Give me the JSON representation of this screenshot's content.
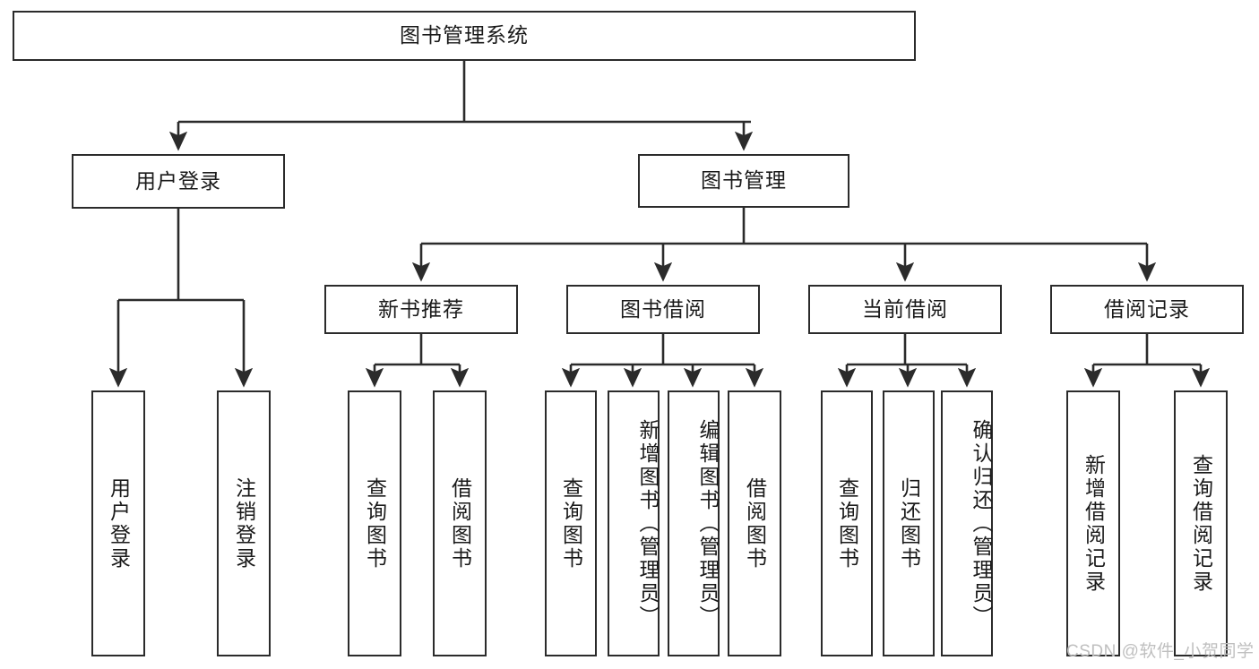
{
  "diagram": {
    "title": "图书管理系统",
    "type": "tree",
    "root": {
      "label": "图书管理系统"
    },
    "level1": [
      {
        "label": "用户登录"
      },
      {
        "label": "图书管理"
      }
    ],
    "level2": [
      {
        "label": "新书推荐"
      },
      {
        "label": "图书借阅"
      },
      {
        "label": "当前借阅"
      },
      {
        "label": "借阅记录"
      }
    ],
    "leaves": {
      "user_login": [
        {
          "label": "用户登录"
        },
        {
          "label": "注销登录"
        }
      ],
      "new_book_recommend": [
        {
          "label": "查询图书"
        },
        {
          "label": "借阅图书"
        }
      ],
      "book_borrow": [
        {
          "label": "查询图书"
        },
        {
          "label": "新增图书（管理员）"
        },
        {
          "label": "编辑图书（管理员）"
        },
        {
          "label": "借阅图书"
        }
      ],
      "current_borrow": [
        {
          "label": "查询图书"
        },
        {
          "label": "归还图书"
        },
        {
          "label": "确认归还（管理员）"
        }
      ],
      "borrow_record": [
        {
          "label": "新增借阅记录"
        },
        {
          "label": "查询借阅记录"
        }
      ]
    }
  },
  "watermark": {
    "text": "CSDN @软件_小贺同学"
  },
  "colors": {
    "stroke": "#2b2b2b",
    "background": "#ffffff",
    "text": "#1a1a1a",
    "watermark": "#bfbfbf"
  }
}
